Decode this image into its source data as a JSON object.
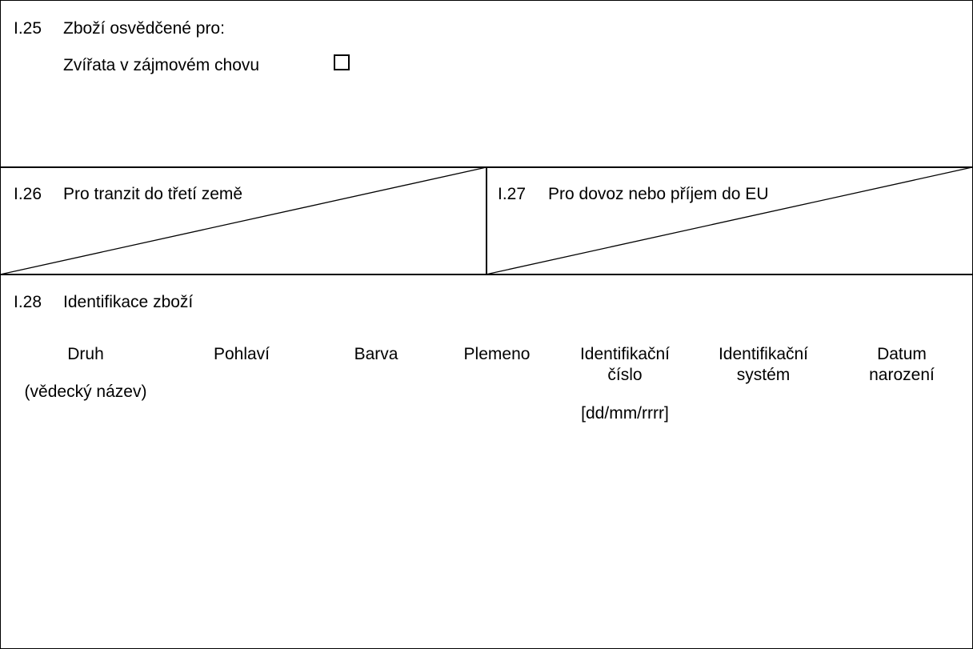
{
  "section_I25": {
    "number": "I.25",
    "title": "Zboží osvědčené pro:",
    "option_label": "Zvířata v zájmovém chovu",
    "option_checked": false
  },
  "section_I26": {
    "number": "I.26",
    "title": "Pro tranzit do třetí země"
  },
  "section_I27": {
    "number": "I.27",
    "title": "Pro dovoz nebo příjem do EU"
  },
  "section_I28": {
    "number": "I.28",
    "title": "Identifikace zboží",
    "columns": {
      "druh": "Druh",
      "druh_sub": "(vědecký název)",
      "pohlavi": "Pohlaví",
      "barva": "Barva",
      "plemeno": "Plemeno",
      "id_cislo_1": "Identifikační",
      "id_cislo_2": "číslo",
      "id_system_1": "Identifikační",
      "id_system_2": "systém",
      "datum_1": "Datum",
      "datum_2": "narození",
      "datum_format": "[dd/mm/rrrr]"
    }
  }
}
